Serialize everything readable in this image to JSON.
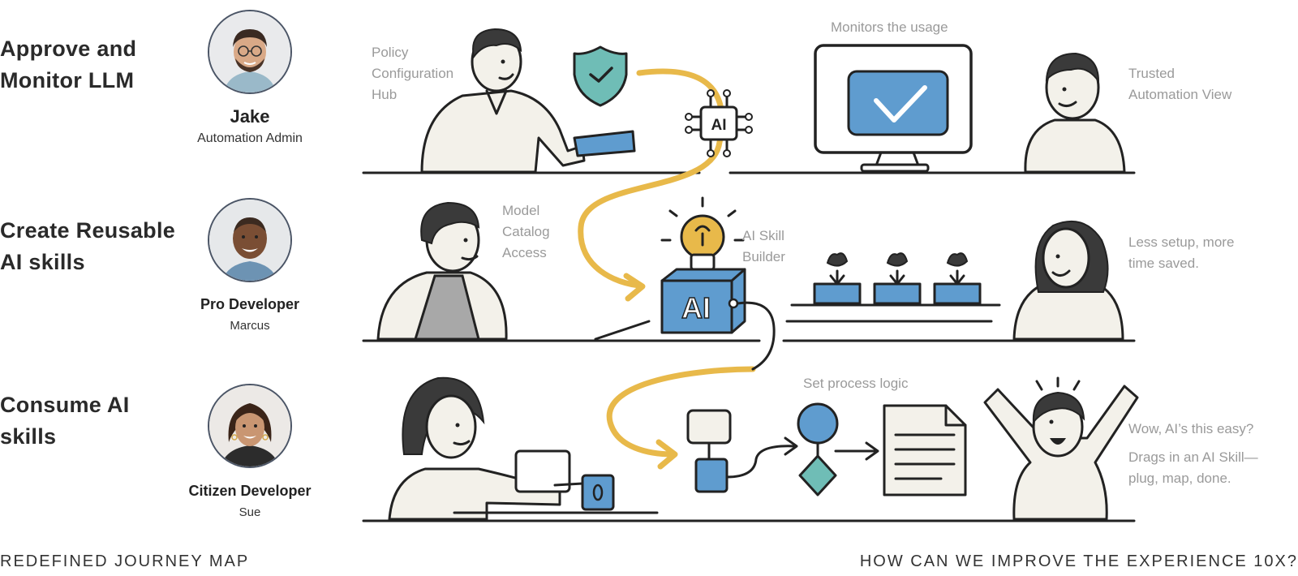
{
  "rows": [
    {
      "title": "Approve and\nMonitor LLM",
      "persona_name": "Jake",
      "persona_role": "Automation Admin",
      "notes": {
        "left": "Policy\nConfiguration\nHub",
        "top": "Monitors the usage",
        "right": "Trusted\nAutomation View"
      }
    },
    {
      "title": "Create Reusable\nAI skills",
      "persona_name": "Pro Developer",
      "persona_role": "Marcus",
      "notes": {
        "left": "Model\nCatalog\nAccess",
        "middle": "AI Skill\nBuilder",
        "right": "Less setup, more\ntime saved."
      }
    },
    {
      "title": "Consume AI\nskills",
      "persona_name": "Citizen Developer",
      "persona_role": "Sue",
      "notes": {
        "top": "Set process logic",
        "right_1": "Wow, AI’s this easy?",
        "right_2": "Drags in an AI Skill—\nplug, map, done."
      }
    }
  ],
  "chip_labels": {
    "ai_chip": "AI",
    "ai_cube": "AI"
  },
  "footer": {
    "left": "REDEFINED JOURNEY MAP",
    "right": "HOW CAN WE IMPROVE THE EXPERIENCE 10X?"
  },
  "colors": {
    "accent_path": "#e8b94a",
    "blue": "#5f9ccf",
    "teal": "#6fbdb6",
    "paper": "#f3f1ea",
    "note_text": "#9a9a9a"
  },
  "icons": [
    "shield-check-icon",
    "ai-chip-icon",
    "monitor-check-icon",
    "lightbulb-icon",
    "ai-cube-icon",
    "plant-icon",
    "flowchart-icon",
    "document-icon"
  ]
}
